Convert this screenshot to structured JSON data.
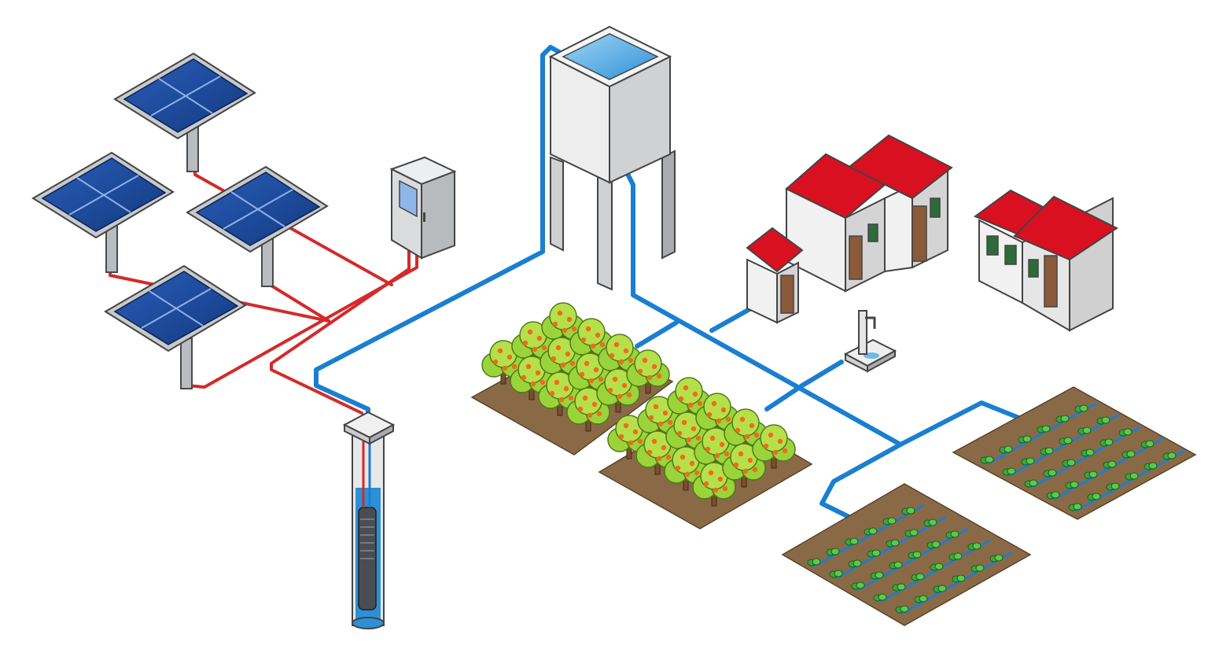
{
  "diagram": {
    "title": "",
    "text_labels": []
  },
  "components": {
    "solar_panels": {
      "count": 4,
      "panel_color": "#1b3f8f",
      "frame_color": "#b9bcc0"
    },
    "control_box": {
      "count": 1,
      "body_color": "#d9dbdd",
      "screen_color": "#8fb6e8"
    },
    "water_tower": {
      "count": 1,
      "body_color": "#e8e8e8",
      "water_color": "#4aa8e0"
    },
    "borehole_pump": {
      "count": 1,
      "water_color": "#2d8fd6"
    },
    "houses": {
      "count": 3,
      "roof_color": "#d9101f",
      "wall_color": "#f1f1f1",
      "door_color": "#8a5a3a"
    },
    "toilet": {
      "count": 1
    },
    "water_tap": {
      "count": 1
    },
    "orchard_plots": {
      "count": 2,
      "tree_color": "#9ad43a",
      "fruit_color": "#f26a1b",
      "soil_color": "#8a6a46"
    },
    "vegetable_plots": {
      "count": 2,
      "plant_color": "#3aa83a"
    }
  },
  "lines": {
    "power_cable_color": "#d42a2a",
    "water_pipe_color": "#1a7fd0"
  }
}
